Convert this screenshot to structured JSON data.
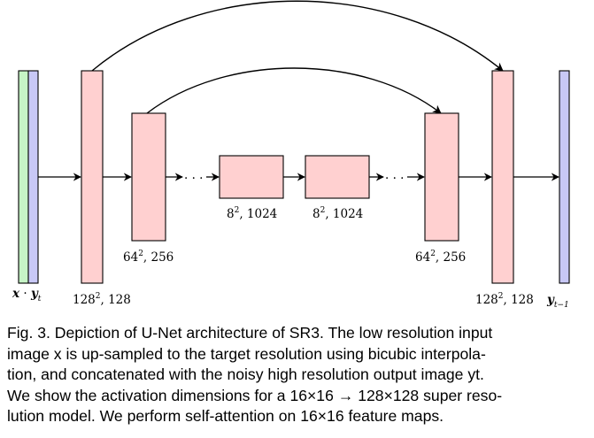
{
  "figure": {
    "blocks": [
      {
        "id": "enc128",
        "label_base": "128",
        "label_exp": "2",
        "label_rest": ", 128"
      },
      {
        "id": "enc64",
        "label_base": "64",
        "label_exp": "2",
        "label_rest": ", 256"
      },
      {
        "id": "mid1",
        "label_base": "8",
        "label_exp": "2",
        "label_rest": ", 1024"
      },
      {
        "id": "mid2",
        "label_base": "8",
        "label_exp": "2",
        "label_rest": ", 1024"
      },
      {
        "id": "dec64",
        "label_base": "64",
        "label_exp": "2",
        "label_rest": ", 256"
      },
      {
        "id": "dec128",
        "label_base": "128",
        "label_exp": "2",
        "label_rest": ", 128"
      }
    ],
    "input_label": {
      "x": "x",
      "dot": " · ",
      "y": "y",
      "sub": "t"
    },
    "output_label": {
      "y": "y",
      "sub": "t−1"
    },
    "dots": "· · ·",
    "colors": {
      "block": "#ffd0d0",
      "input_x": "#c6f4c6",
      "input_y": "#c8c8f6"
    }
  },
  "caption": {
    "lines": [
      "Fig. 3. Depiction of U-Net architecture of SR3. The low resolution input",
      "image x is up-sampled to the target resolution using bicubic interpola-",
      "tion, and concatenated with the noisy high resolution output image yt.",
      "We show the activation dimensions for a 16×16 → 128×128 super reso-",
      "lution model. We perform self-attention on 16×16 feature maps."
    ]
  }
}
